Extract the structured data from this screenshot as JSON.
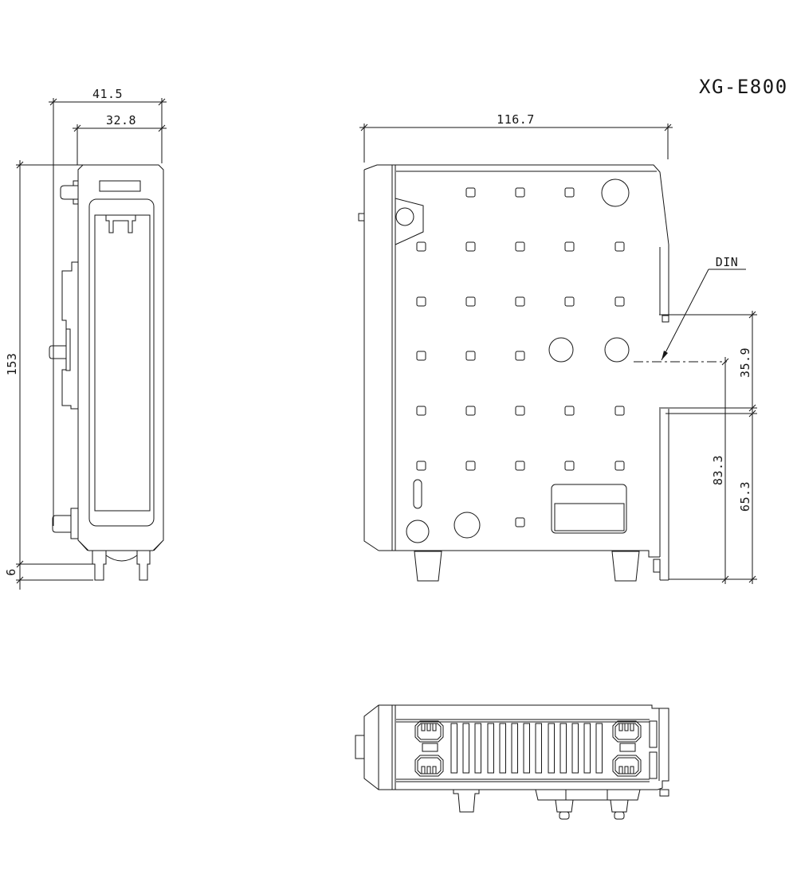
{
  "drawing": {
    "title": "XG-E800"
  },
  "dimensions": {
    "side_overall_width": "41.5",
    "side_body_width": "32.8",
    "side_height": "153",
    "side_foot_height": "6",
    "front_width": "116.7",
    "din_rail_height": "35.9",
    "din_center_to_bottom": "83.3",
    "rail_bottom_to_bottom": "65.3"
  },
  "labels": {
    "din": "DIN"
  }
}
